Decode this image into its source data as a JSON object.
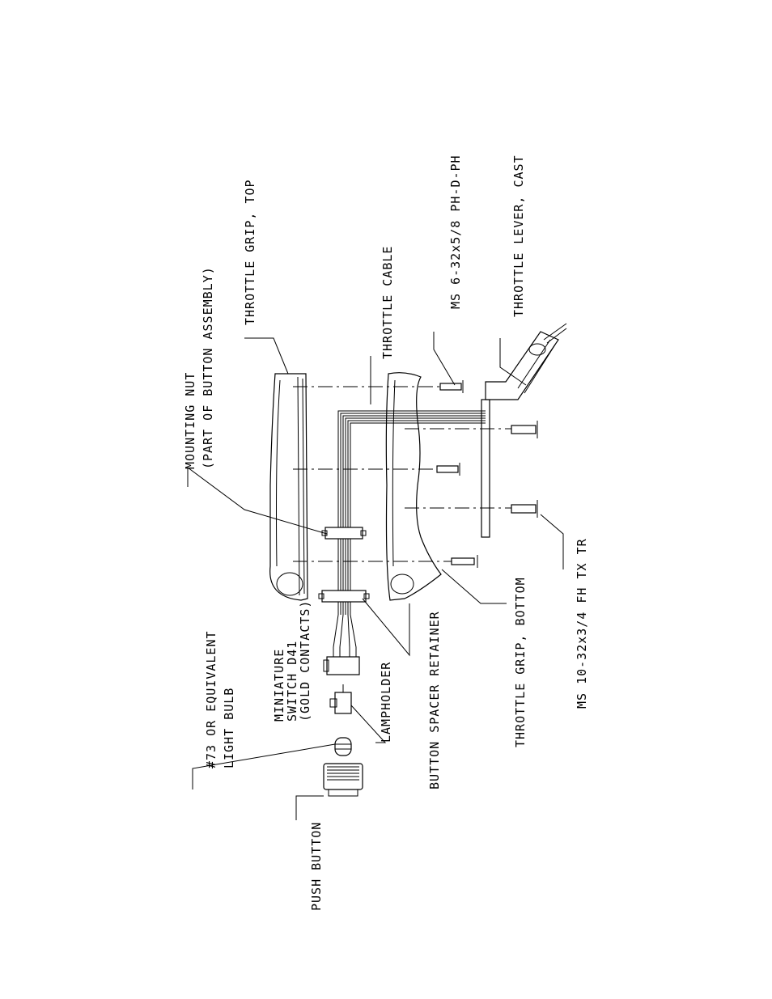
{
  "labels": {
    "push_button": "PUSH BUTTON",
    "light_bulb_1": "#73 OR EQUIVALENT",
    "light_bulb_2": "LIGHT BULB",
    "miniature_switch_1": "MINIATURE",
    "miniature_switch_2": "SWITCH D41",
    "miniature_switch_3": "(GOLD CONTACTS)",
    "lampholder": "LAMPHOLDER",
    "button_spacer_retainer": "BUTTON SPACER RETAINER",
    "mounting_nut_1": "MOUNTING NUT",
    "mounting_nut_2": "(PART OF BUTTON ASSEMBLY)",
    "throttle_grip_top": "THROTTLE GRIP, TOP",
    "throttle_cable": "THROTTLE CABLE",
    "throttle_grip_bottom": "THROTTLE GRIP, BOTTOM",
    "screw_small": "MS 6-32x5/8 PH-D-PH",
    "throttle_lever": "THROTTLE LEVER, CAST",
    "screw_large": "MS 10-32x3/4 FH TX TR"
  }
}
